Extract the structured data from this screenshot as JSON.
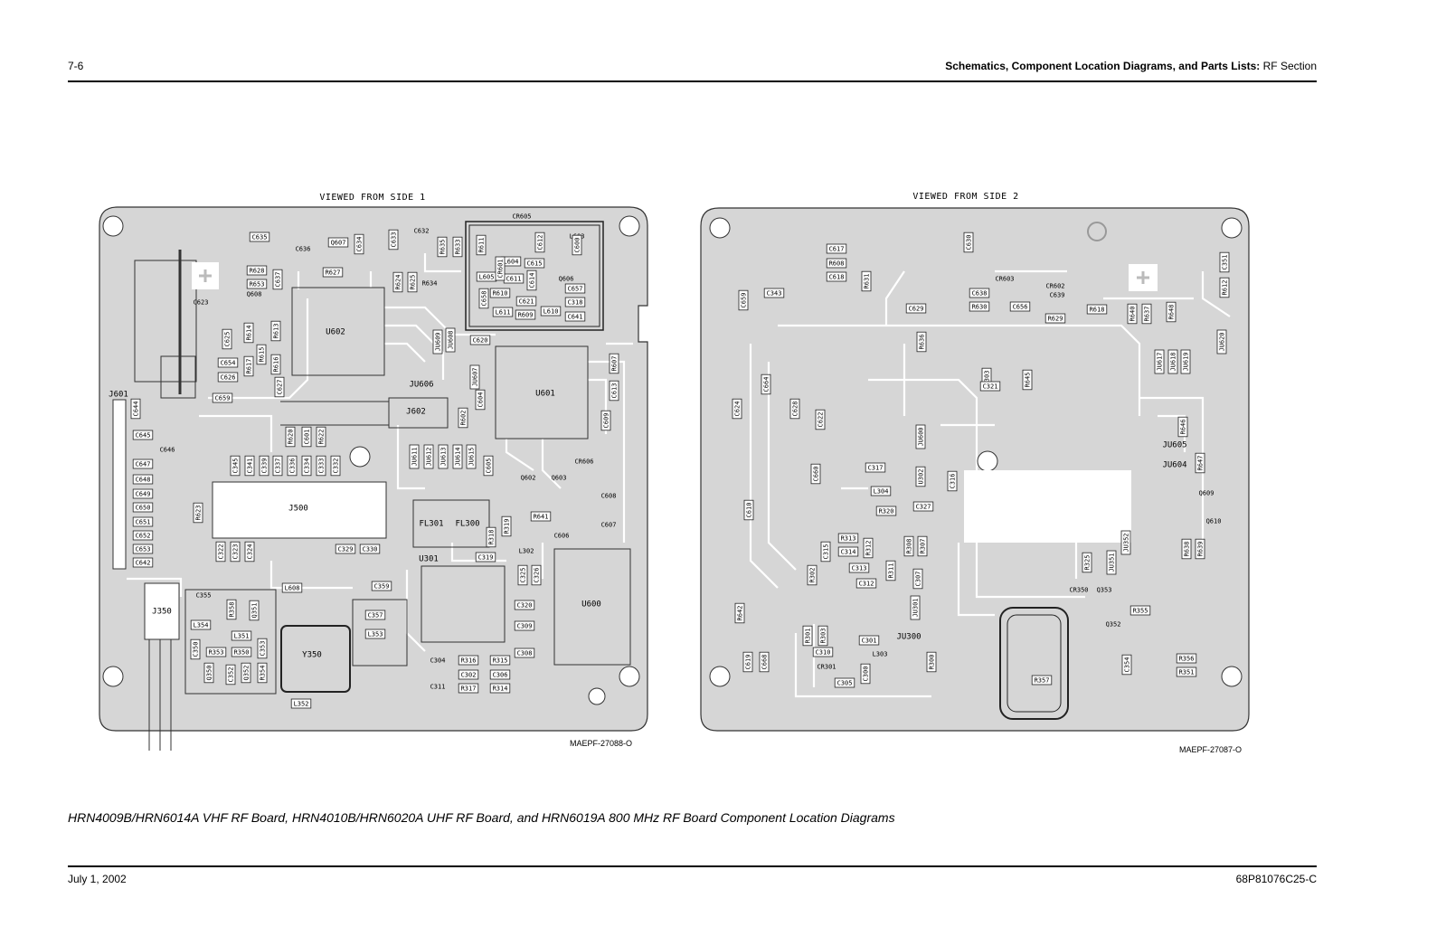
{
  "header": {
    "page_number": "7-6",
    "title_bold": "Schematics, Component Location Diagrams, and Parts Lists:",
    "title_regular": " RF Section"
  },
  "diagram_left": {
    "view_label": "VIEWED FROM SIDE 1",
    "drawing_number": "MAEPF-27088-O",
    "components": [
      "C635",
      "C636",
      "Q607",
      "C634",
      "C633",
      "C632",
      "R635",
      "R633",
      "R611",
      "C612",
      "L603",
      "C600",
      "L604",
      "C615",
      "L605",
      "C611",
      "C614",
      "Q606",
      "C657",
      "C658",
      "R610",
      "C621",
      "C318",
      "L611",
      "R609",
      "L610",
      "C641",
      "R628",
      "R627",
      "C637",
      "R653",
      "Q608",
      "C623",
      "R624",
      "R625",
      "R634",
      "U602",
      "C625",
      "R614",
      "R613",
      "R615",
      "R616",
      "R617",
      "C654",
      "C626",
      "C627",
      "C659",
      "C620",
      "JU609",
      "JU608",
      "JU606",
      "JU607",
      "U601",
      "R607",
      "C613",
      "C604",
      "J602",
      "R602",
      "C609",
      "J601",
      "C644",
      "C645",
      "C646",
      "C647",
      "C648",
      "C649",
      "C650",
      "C651",
      "C652",
      "C653",
      "C642",
      "R620",
      "C601",
      "R622",
      "C345",
      "C341",
      "C339",
      "C337",
      "C336",
      "C334",
      "C333",
      "C332",
      "J500",
      "R623",
      "C322",
      "C323",
      "C324",
      "C329",
      "C330",
      "JU611",
      "JU612",
      "JU613",
      "JU614",
      "JU615",
      "C605",
      "Q602",
      "Q603",
      "CR606",
      "C608",
      "C607",
      "R641",
      "C606",
      "FL301",
      "FL300",
      "R319",
      "R318",
      "L302",
      "C319",
      "U301",
      "C325",
      "C326",
      "C320",
      "C309",
      "C308",
      "R315",
      "R316",
      "C304",
      "C302",
      "C306",
      "C311",
      "R317",
      "R314",
      "L608",
      "C359",
      "U600",
      "C355",
      "R358",
      "Q351",
      "L354",
      "L351",
      "C357",
      "L353",
      "Y350",
      "C350",
      "R353",
      "R350",
      "C353",
      "Q350",
      "C352",
      "Q352",
      "R354",
      "L352",
      "J350",
      "CR605",
      "CR601"
    ]
  },
  "diagram_right": {
    "view_label": "VIEWED FROM SIDE 2",
    "drawing_number": "MAEPF-27087-O",
    "components": [
      "C617",
      "R608",
      "C618",
      "R631",
      "C659",
      "C343",
      "C630",
      "C351",
      "R612",
      "CR603",
      "CR602",
      "C638",
      "C639",
      "R630",
      "C656",
      "R629",
      "R618",
      "R640",
      "R637",
      "R648",
      "C629",
      "R636",
      "JU620",
      "JU617",
      "JU618",
      "JU619",
      "C303",
      "C321",
      "R645",
      "C664",
      "C624",
      "C628",
      "C622",
      "JU600",
      "C317",
      "U302",
      "C316",
      "C660",
      "L304",
      "C327",
      "R320",
      "C610",
      "R646",
      "JU605",
      "JU604",
      "R647",
      "Q609",
      "Q610",
      "R313",
      "C314",
      "C315",
      "R312",
      "R308",
      "R307",
      "C313",
      "C312",
      "R311",
      "C307",
      "R302",
      "R638",
      "R639",
      "R325",
      "JU351",
      "JU352",
      "CR350",
      "Q353",
      "R355",
      "Q352",
      "JU301",
      "JU300",
      "C301",
      "L303",
      "R301",
      "R303",
      "C310",
      "CR301",
      "C300",
      "C305",
      "R300",
      "R642",
      "C619",
      "C668",
      "R357",
      "C354",
      "R356",
      "R351"
    ]
  },
  "caption": "HRN4009B/HRN6014A VHF RF Board, HRN4010B/HRN6020A UHF RF Board, and HRN6019A 800 MHz RF Board Component Location Diagrams",
  "footer": {
    "date": "July 1, 2002",
    "document_number": "68P81076C25-C"
  },
  "colors": {
    "board_fill": "#d6d6d6",
    "trace": "#ffffff",
    "outline": "#333333"
  }
}
